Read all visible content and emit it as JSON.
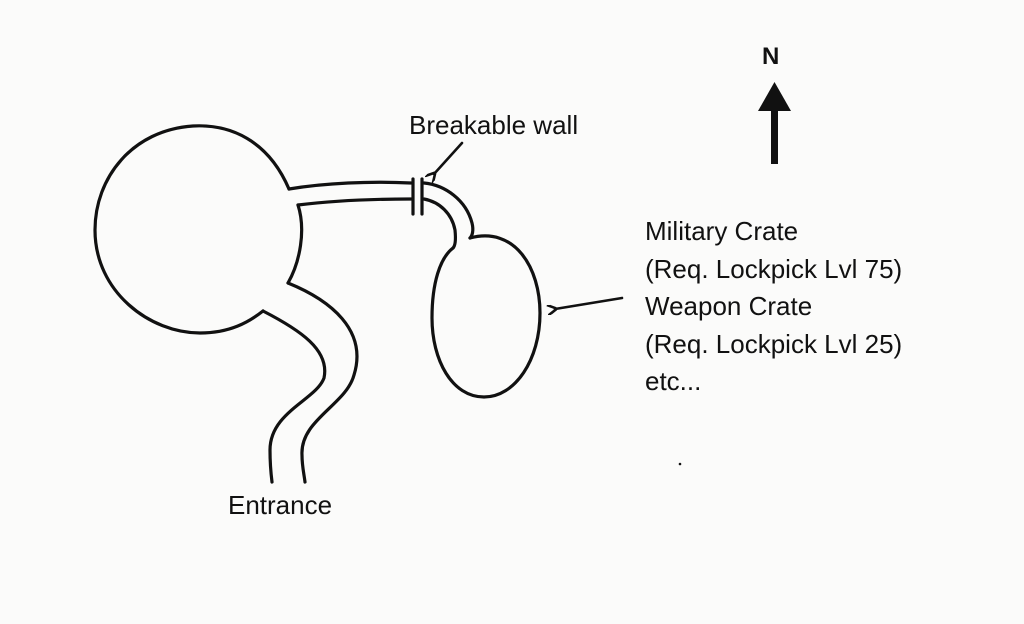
{
  "compass": {
    "direction_label": "N",
    "icon": "north-arrow-icon"
  },
  "labels": {
    "breakable_wall": "Breakable wall",
    "entrance": "Entrance"
  },
  "crate_notes": [
    "Military Crate",
    "(Req. Lockpick Lvl 75)",
    "Weapon Crate",
    "(Req. Lockpick Lvl 25)",
    "etc..."
  ],
  "colors": {
    "ink": "#111111",
    "paper": "#fbfbfa"
  }
}
